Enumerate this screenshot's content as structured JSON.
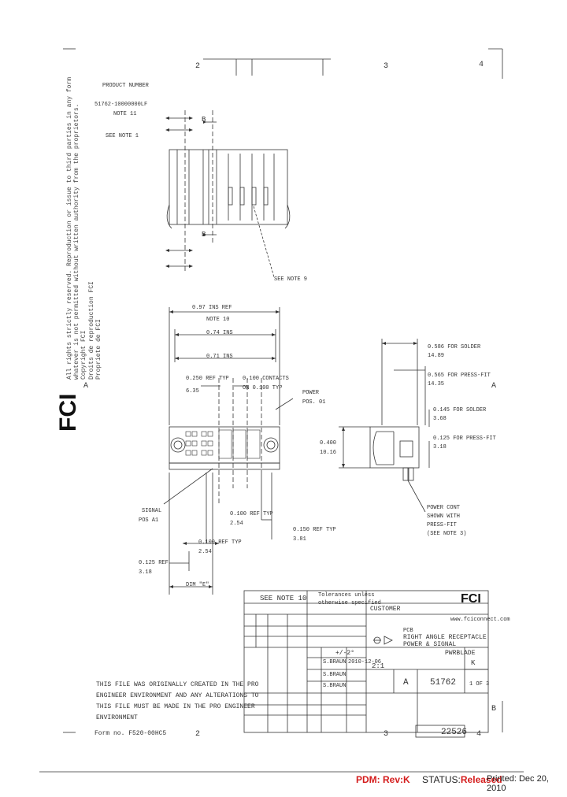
{
  "zones": {
    "top": [
      "2",
      "3",
      "4"
    ],
    "bottom": [
      "2",
      "3",
      "4"
    ],
    "left": [
      "A"
    ],
    "right": [
      "A",
      "B"
    ]
  },
  "sections": {
    "b_marker": "B"
  },
  "side_view": {
    "product_number_label": "PRODUCT NUMBER",
    "product_number_value": "51762-10000000LF",
    "note_ref": "NOTE 11",
    "see_note": "SEE NOTE 1",
    "section_label": "B",
    "see_note_9": "SEE NOTE 9"
  },
  "front_view": {
    "dim_overall": "0.97 INS REF",
    "dim_note": "NOTE 10",
    "dim_a": "0.74 INS",
    "dim_b": "0.71 INS",
    "dim_pitch": "0.250 REF TYP",
    "dim_pitch_mm": "6.35",
    "dim_center": "0.100 CONTACTS",
    "dim_center_2": "ON 0.100 TYP",
    "dim_power": "POWER",
    "dim_power_2": "POS. 01",
    "signal_pos": "SIGNAL",
    "signal_pos_2": "POS A1",
    "dim_bottom_1": "0.100 REF TYP",
    "dim_bottom_1_mm": "2.54",
    "dim_bottom_2": "0.100 REF TYP",
    "dim_bottom_2_mm": "2.54",
    "dim_bottom_3": "0.150 REF TYP",
    "dim_bottom_3_mm": "3.81",
    "dim_left": "0.125 REF",
    "dim_left_mm": "3.18",
    "dim_total": "DIM \"E\""
  },
  "end_view": {
    "dim_1": "0.586 FOR SOLDER",
    "dim_1_mm": "14.89",
    "dim_2": "0.565 FOR PRESS-FIT",
    "dim_2_mm": "14.35",
    "dim_3": "0.145 FOR SOLDER",
    "dim_3_mm": "3.68",
    "dim_4": "0.125 FOR PRESS-FIT",
    "dim_4_mm": "3.18",
    "dim_height": "0.400",
    "dim_height_mm": "10.16",
    "note_1": "POWER CONT",
    "note_2": "SHOWN WITH",
    "note_3": "PRESS-FIT",
    "note_4": "(SEE NOTE 3)"
  },
  "title_block": {
    "see_note": "SEE NOTE 10",
    "tolerance_label": "Tolerances unless",
    "tolerance_label_2": "otherwise specified",
    "customer": "CUSTOMER",
    "company": "FCI",
    "website": "www.fciconnect.com",
    "title_1": "PCB",
    "title_2": "RIGHT ANGLE RECEPTACLE",
    "title_3": "POWER & SIGNAL",
    "product_family": "PWRBLADE",
    "size": "A",
    "dwg_no": "51762",
    "rev": "K",
    "sheet": "1 OF 3",
    "scale": "2:1",
    "angles": "+/-2°",
    "drawn_by": "S.BRAUN",
    "checked_by": "S.BRAUN",
    "approved_by": "S.BRAUN",
    "date": "2010-12-06",
    "page_code": "22526"
  },
  "notes_block": {
    "line_1": "THIS FILE WAS ORIGINALLY CREATED IN THE PRO",
    "line_2": "ENGINEER ENVIRONMENT AND ANY ALTERATIONS TO",
    "line_3": "THIS FILE MUST BE MADE IN THE PRO ENGINEER",
    "line_4": "ENVIRONMENT"
  },
  "footer": {
    "form_no": "Form no. F520-00HC5",
    "pdm": "PDM: Rev:K",
    "status_label": "STATUS:",
    "status_value": "Released",
    "printed": "Printed: Dec 20, 2010"
  },
  "copyright_text": {
    "line_1": "All rights strictly reserved. Reproduction or issue to third parties in any form",
    "line_2": "whatever is not permitted without written authority from the proprietors.",
    "line_3": "Copyright FCI",
    "line_4": "Droits de reproduction FCI",
    "line_5": "Propriete de FCI"
  }
}
